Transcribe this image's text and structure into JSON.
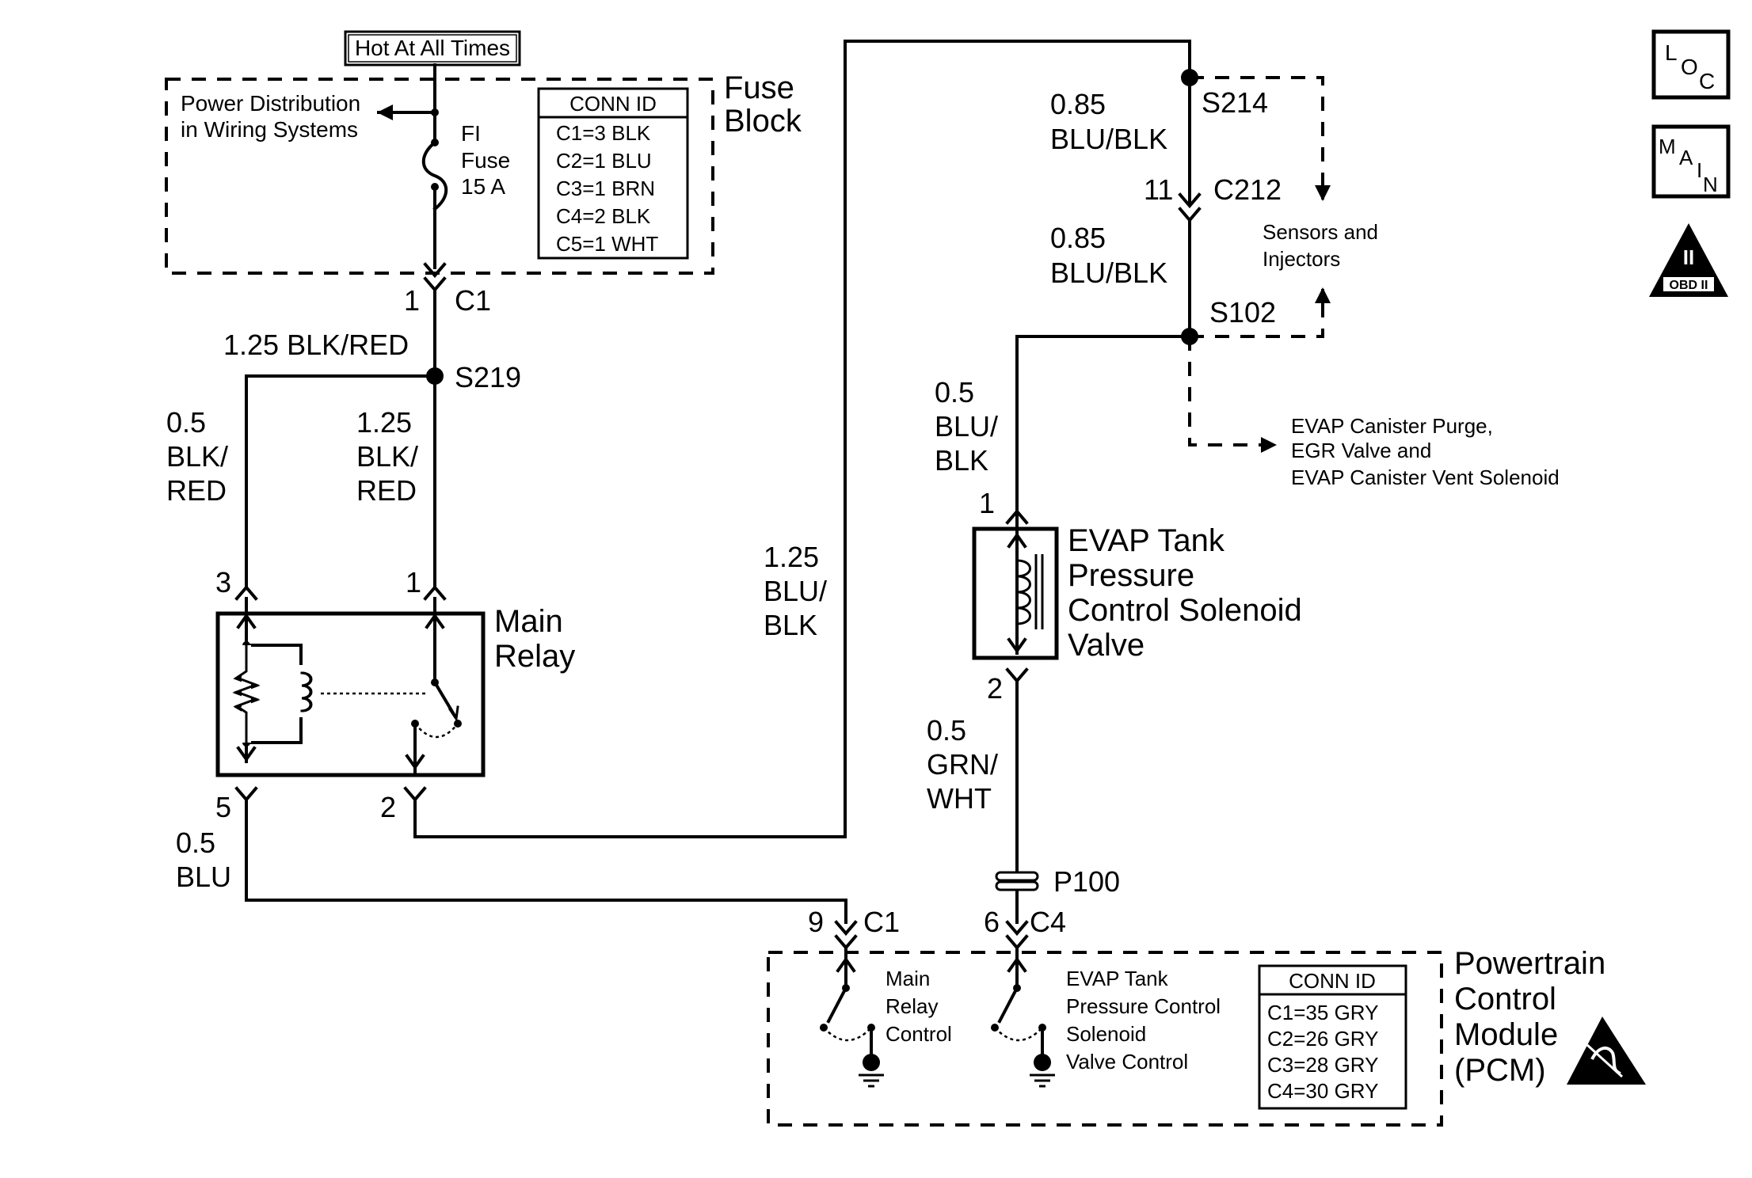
{
  "hot_label": "Hot At All Times",
  "fuse_block": {
    "title_line1": "Fuse",
    "title_line2": "Block",
    "power_dist_line1": "Power Distribution",
    "power_dist_line2": "in Wiring Systems",
    "fuse_line1": "FI",
    "fuse_line2": "Fuse",
    "fuse_line3": "15 A",
    "conn_header": "CONN ID",
    "conn_rows": [
      "C1=3 BLK",
      "C2=1 BLU",
      "C3=1 BRN",
      "C4=2 BLK",
      "C5=1 WHT"
    ]
  },
  "icons": {
    "loc": [
      "L",
      "O",
      "C"
    ],
    "main": [
      "M",
      "A",
      "I",
      "N"
    ],
    "obd_numeral": "II",
    "obd_label": "OBD II"
  },
  "wires": {
    "c1_pin": "1",
    "c1_label": "C1",
    "blk_red_125": "1.25 BLK/RED",
    "s219": "S219",
    "left_size": "0.5",
    "left_color1": "BLK/",
    "left_color2": "RED",
    "mid_size": "1.25",
    "mid_color1": "BLK/",
    "mid_color2": "RED",
    "blu_blk_size": "1.25",
    "blu_blk_color1": "BLU/",
    "blu_blk_color2": "BLK",
    "blu_size": "0.5",
    "blu_color": "BLU",
    "s214": "S214",
    "s214_size": "0.85",
    "s214_color": "BLU/BLK",
    "c212_pin": "11",
    "c212": "C212",
    "s102_size": "0.85",
    "s102_color": "BLU/BLK",
    "s102": "S102",
    "sensors_line1": "Sensors and",
    "sensors_line2": "Injectors",
    "evap_line1": "EVAP Canister Purge,",
    "evap_line2": "EGR Valve and",
    "evap_line3": "EVAP Canister Vent Solenoid",
    "sol_in_size": "0.5",
    "sol_in_color1": "BLU/",
    "sol_in_color2": "BLK",
    "grn_size": "0.5",
    "grn_color1": "GRN/",
    "grn_color2": "WHT",
    "p100": "P100"
  },
  "relay": {
    "title_line1": "Main",
    "title_line2": "Relay",
    "pin3": "3",
    "pin1": "1",
    "pin5": "5",
    "pin2": "2"
  },
  "solenoid": {
    "title_line1": "EVAP Tank",
    "title_line2": "Pressure",
    "title_line3": "Control Solenoid",
    "title_line4": "Valve",
    "pin1": "1",
    "pin2": "2"
  },
  "pcm": {
    "title_line1": "Powertrain",
    "title_line2": "Control",
    "title_line3": "Module",
    "title_line4": "(PCM)",
    "c1_pin": "9",
    "c1_label": "C1",
    "c4_pin": "6",
    "c4_label": "C4",
    "relay_ctrl_line1": "Main",
    "relay_ctrl_line2": "Relay",
    "relay_ctrl_line3": "Control",
    "evap_ctrl_line1": "EVAP Tank",
    "evap_ctrl_line2": "Pressure Control",
    "evap_ctrl_line3": "Solenoid",
    "evap_ctrl_line4": "Valve Control",
    "conn_header": "CONN ID",
    "conn_rows": [
      "C1=35 GRY",
      "C2=26 GRY",
      "C3=28 GRY",
      "C4=30 GRY"
    ]
  }
}
